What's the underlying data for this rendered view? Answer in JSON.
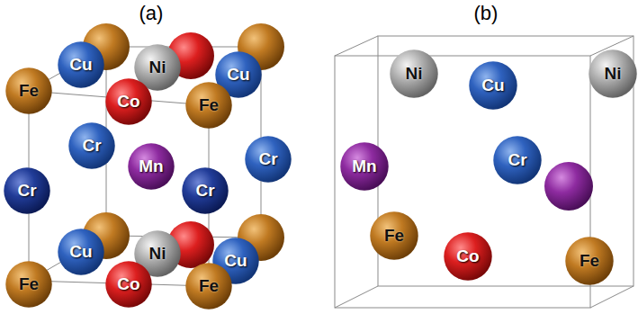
{
  "diagram": {
    "nodes": [
      {
        "text": [
          "Cu"
        ]
      },
      {
        "text": [
          "Ni"
        ]
      },
      {
        "text": [
          "Cu"
        ]
      },
      {
        "text": [
          "Fe"
        ]
      },
      {
        "text": [
          "Co"
        ]
      },
      {
        "text": [
          "Fe"
        ]
      },
      {
        "text": [
          "Cr"
        ]
      },
      {
        "text": [
          "Cr"
        ]
      },
      {
        "text": [
          "Mn"
        ]
      },
      {
        "text": [
          "Cr"
        ]
      },
      {
        "text": [
          "Cr"
        ]
      },
      {
        "text": [
          "Cu"
        ]
      },
      {
        "text": [
          "Ni"
        ]
      },
      {
        "text": [
          "Cu"
        ]
      },
      {
        "text": [
          "Fe"
        ]
      },
      {
        "text": [
          "Co"
        ]
      },
      {
        "text": [
          "Fe"
        ]
      },
      {
        "text": [
          "Ni"
        ]
      },
      {
        "text": [
          "Cu"
        ]
      },
      {
        "text": [
          "Ni"
        ]
      },
      {
        "text": [
          "Mn"
        ]
      },
      {
        "text": [
          "Cr"
        ]
      },
      {
        "text": [
          "Fe"
        ]
      },
      {
        "text": [
          "Co"
        ]
      },
      {
        "text": [
          "Fe"
        ]
      }
    ],
    "labels": [
      "(a)",
      "(b)"
    ]
  }
}
